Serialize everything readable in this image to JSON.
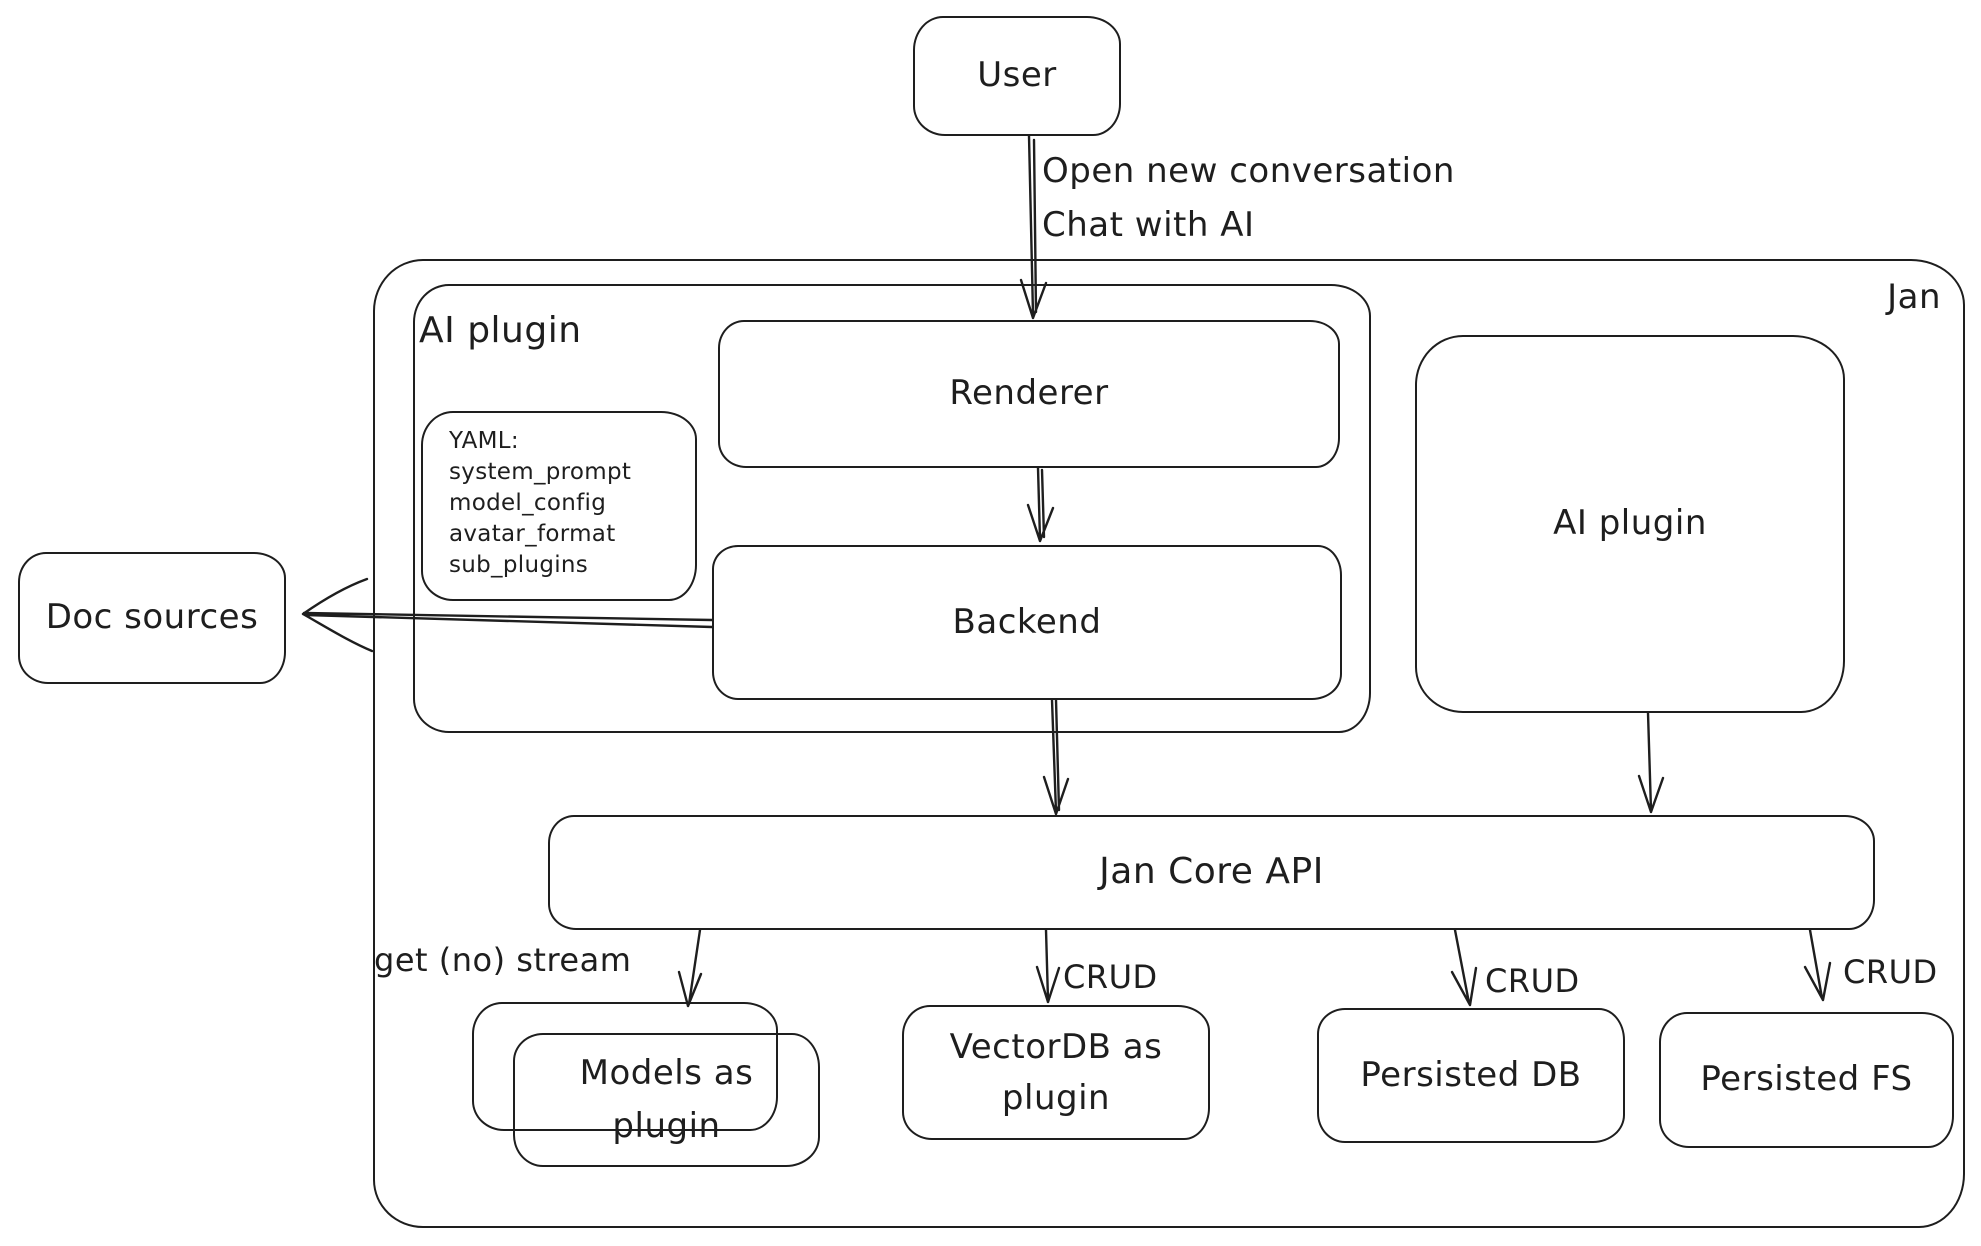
{
  "diagram": {
    "stroke_color": "#1e1e1e",
    "background_color": "#ffffff",
    "nodes": {
      "user": {
        "label": "User"
      },
      "jan": {
        "label": "Jan"
      },
      "ai_plugin_container": {
        "label": "AI plugin"
      },
      "renderer": {
        "label": "Renderer"
      },
      "backend": {
        "label": "Backend"
      },
      "yaml_note": {
        "lines": [
          "YAML:",
          "system_prompt",
          "model_config",
          "avatar_format",
          "sub_plugins"
        ]
      },
      "ai_plugin_right": {
        "label": "AI plugin"
      },
      "doc_sources": {
        "label": "Doc sources"
      },
      "jan_core_api": {
        "label": "Jan Core API"
      },
      "models_as_plugin": {
        "label": "Models as plugin"
      },
      "vector_db": {
        "label": "VectorDB as plugin"
      },
      "persisted_db": {
        "label": "Persisted DB"
      },
      "persisted_fs": {
        "label": "Persisted FS"
      }
    },
    "edge_labels": {
      "user_to_renderer": [
        "Open new conversation",
        "Chat with AI"
      ],
      "core_to_models": "get (no) stream",
      "core_to_vector_db": "CRUD",
      "core_to_persisted_db": "CRUD",
      "core_to_persisted_fs": "CRUD"
    }
  }
}
